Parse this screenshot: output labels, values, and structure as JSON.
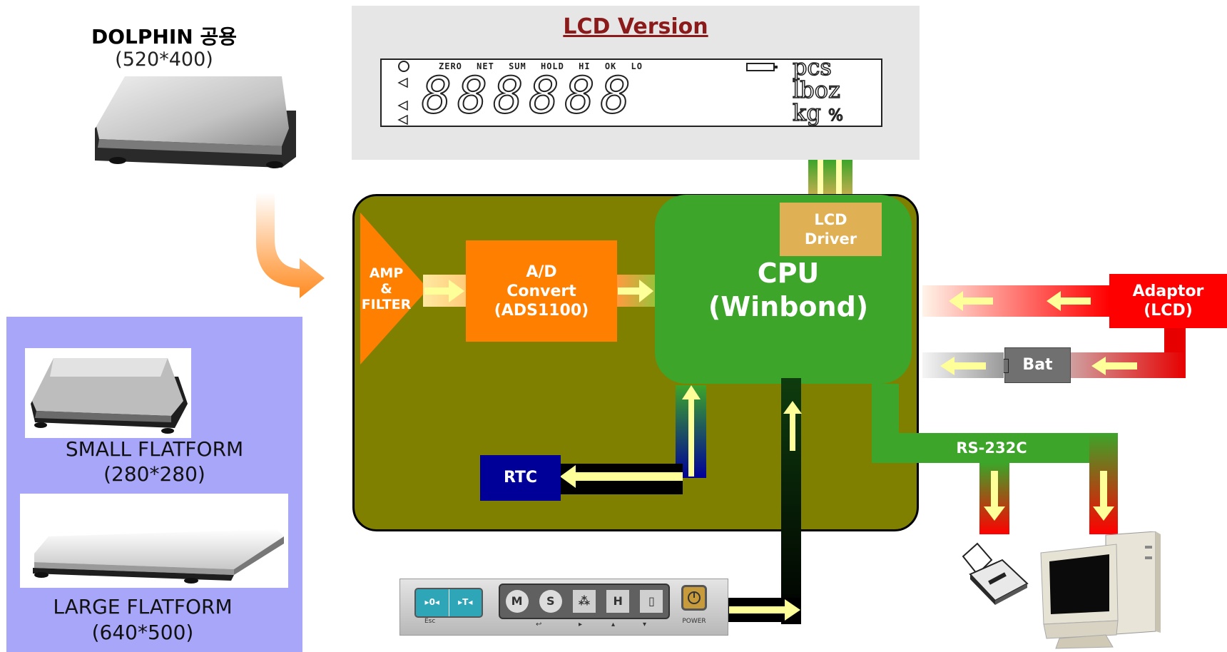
{
  "product": {
    "title": "DOLPHIN 공용",
    "size": "(520*400)"
  },
  "lcd": {
    "title": "LCD Version",
    "indicators": [
      "ZERO",
      "NET",
      "SUM",
      "HOLD",
      "HI",
      "OK",
      "LO"
    ],
    "digits": [
      "8",
      "8",
      "8",
      "8",
      "8",
      "8"
    ],
    "units": [
      "pcs",
      "lboz",
      "kg",
      "%"
    ]
  },
  "board": {
    "amp": "AMP\n&\nFILTER",
    "adc": "A/D\nConvert\n(ADS1100)",
    "cpu": "CPU\n(Winbond)",
    "lcd_driver": "LCD\nDriver",
    "rtc": "RTC"
  },
  "power": {
    "adaptor": "Adaptor\n(LCD)",
    "bat": "Bat"
  },
  "rs232": {
    "label": "RS-232C"
  },
  "keypad": {
    "keys": [
      "▸0◂",
      "▸T◂",
      "M",
      "S",
      "⁂",
      "H",
      "▯"
    ],
    "sub_labels": [
      "Esc",
      "↩",
      "▸",
      "▴",
      "▾"
    ],
    "power_label": "POWER"
  },
  "platforms": {
    "small": {
      "label": "SMALL FLATFORM",
      "size": "(280*280)"
    },
    "large": {
      "label": "LARGE FLATFORM",
      "size": "(640*500)"
    }
  },
  "colors": {
    "board": "#808000",
    "cpu": "#3ca52a",
    "orange": "#ff7f00",
    "lcd_driver": "#e0b055",
    "rtc": "#000099",
    "red": "#ff0000",
    "bat": "#707070",
    "purple_panel": "#a7a6f9",
    "lcd_panel": "#e6e6e6",
    "title_red": "#8b1a1a"
  }
}
